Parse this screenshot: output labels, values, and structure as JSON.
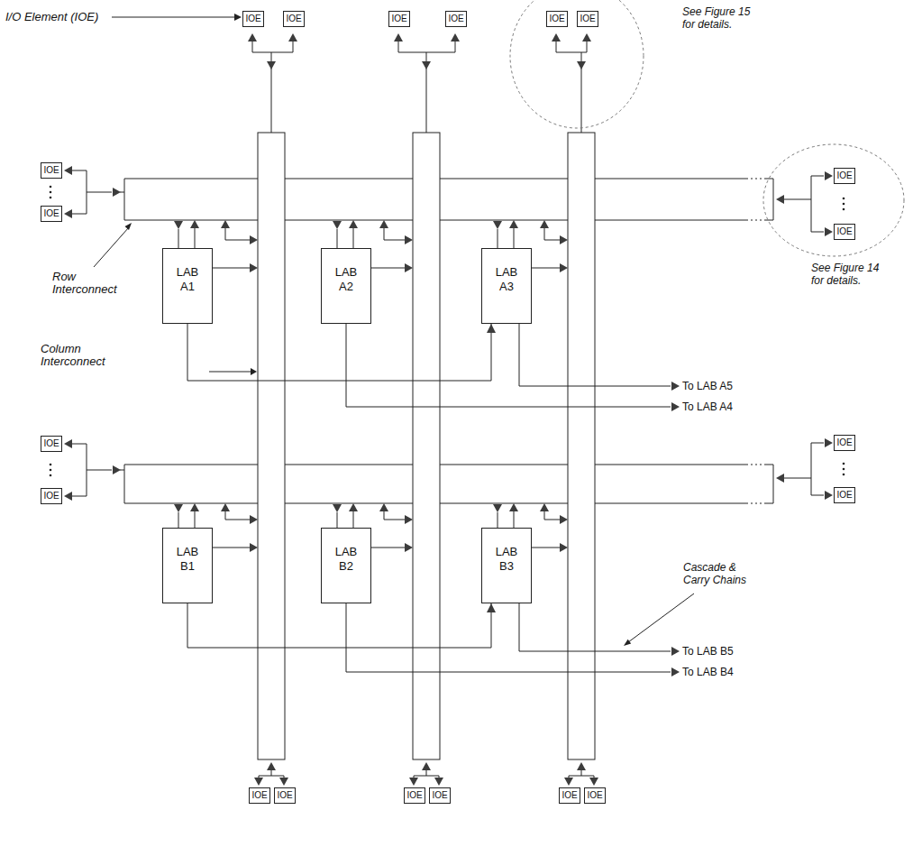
{
  "diagram": {
    "nodes": [
      {
        "text": [
          "IOE"
        ]
      },
      {
        "text": [
          "IOE"
        ]
      },
      {
        "text": [
          "IOE"
        ]
      },
      {
        "text": [
          "IOE"
        ]
      },
      {
        "text": [
          "IOE"
        ]
      },
      {
        "text": [
          "IOE"
        ]
      },
      {
        "text": [
          "IOE"
        ]
      },
      {
        "text": [
          "IOE"
        ]
      },
      {
        "text": [
          "IOE"
        ]
      },
      {
        "text": [
          "IOE"
        ]
      },
      {
        "text": [
          "LAB A1"
        ]
      },
      {
        "text": [
          "LAB A2"
        ]
      },
      {
        "text": [
          "LAB A3"
        ]
      },
      {
        "text": [
          "IOE"
        ]
      },
      {
        "text": [
          "IOE"
        ]
      },
      {
        "text": [
          "IOE"
        ]
      },
      {
        "text": [
          "IOE"
        ]
      },
      {
        "text": [
          "LAB B1"
        ]
      },
      {
        "text": [
          "LAB B2"
        ]
      },
      {
        "text": [
          "LAB B3"
        ]
      },
      {
        "text": [
          "IOE"
        ]
      },
      {
        "text": [
          "IOE"
        ]
      },
      {
        "text": [
          "IOE"
        ]
      },
      {
        "text": [
          "IOE"
        ]
      },
      {
        "text": [
          "IOE"
        ]
      },
      {
        "text": [
          "IOE"
        ]
      }
    ],
    "edges": [
      {
        "from": 10,
        "to": 12,
        "arrow": "to"
      },
      {
        "from": 17,
        "to": 19,
        "arrow": "to"
      }
    ],
    "labels": [
      "I/O Element (IOE)",
      "See Figure 15 for details.",
      "See Figure 14 for details.",
      "Row Interconnect",
      "Column Interconnect",
      "To LAB A5",
      "To LAB A4",
      "Cascade & Carry Chains",
      "To LAB B5",
      "To LAB B4"
    ]
  }
}
